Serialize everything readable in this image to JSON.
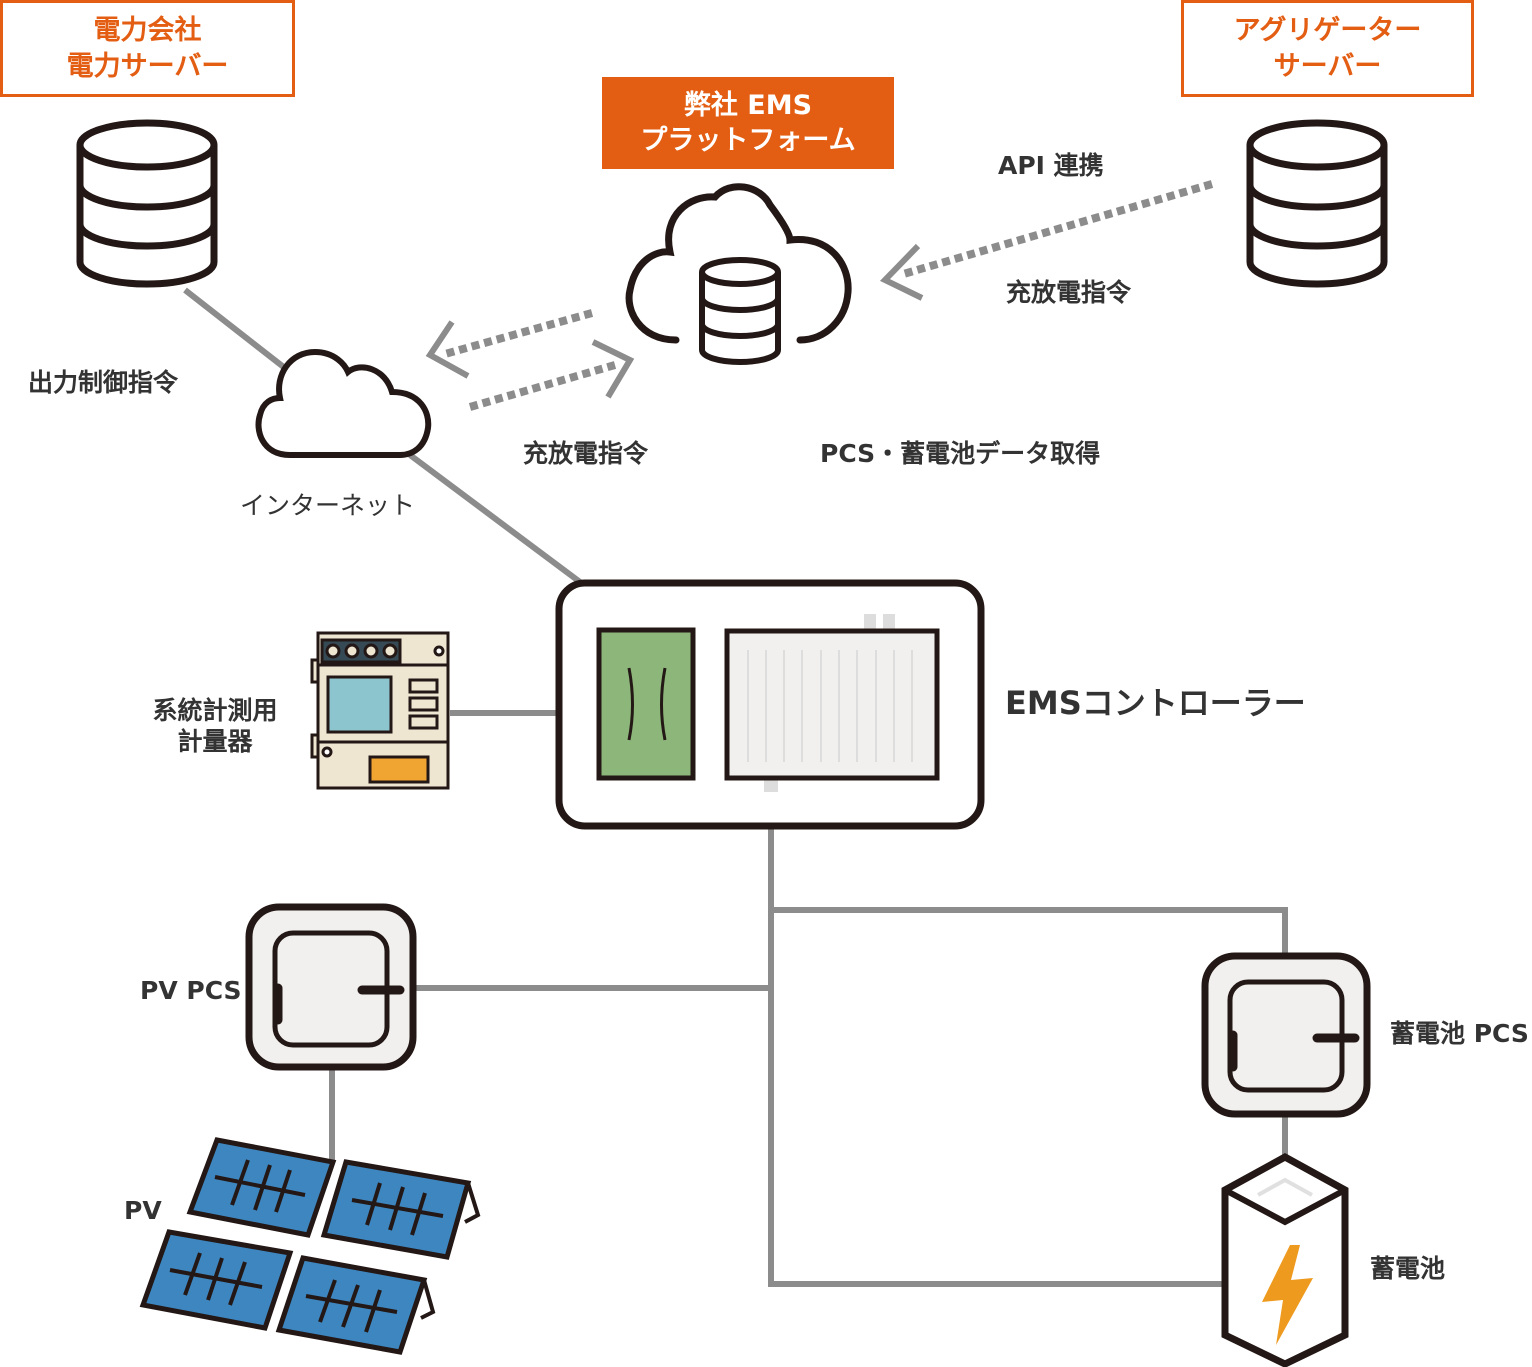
{
  "colors": {
    "accent": "#e35d12",
    "line": "#8c8c8c",
    "stroke": "#231815",
    "text": "#333333",
    "controller_green": "#8db67b",
    "device_gray": "#f1f0ee",
    "pv_blue": "#3e86c0",
    "meter_beige": "#efe6d2",
    "meter_screen": "#8dc5cf",
    "meter_orange": "#f0a533",
    "bolt_orange": "#ee9a1f"
  },
  "nodes": {
    "power_company": {
      "line1": "電力会社",
      "line2": "電力サーバー",
      "icon": "database-icon"
    },
    "aggregator": {
      "line1": "アグリゲーター",
      "line2": "サーバー",
      "icon": "database-icon"
    },
    "platform": {
      "line1": "弊社 EMS",
      "line2": "プラットフォーム",
      "icon": "cloud-database-icon"
    },
    "internet": {
      "label": "インターネット",
      "icon": "cloud-icon"
    },
    "meter": {
      "line1": "系統計測用",
      "line2": "計量器",
      "icon": "power-meter-icon"
    },
    "controller": {
      "label": "EMSコントローラー",
      "icon": "ems-controller-icon"
    },
    "pv_pcs": {
      "label": "PV PCS",
      "icon": "pcs-icon"
    },
    "pv": {
      "label": "PV",
      "icon": "solar-panel-icon"
    },
    "battery_pcs": {
      "label": "蓄電池 PCS",
      "icon": "pcs-icon"
    },
    "battery": {
      "label": "蓄電池",
      "icon": "battery-icon"
    }
  },
  "edges": {
    "output_control": "出力制御指令",
    "api_link": "API 連携",
    "aggregator_charge_command": "充放電指令",
    "platform_charge_command": "充放電指令",
    "data_acquisition": "PCS・蓄電池データ取得"
  }
}
